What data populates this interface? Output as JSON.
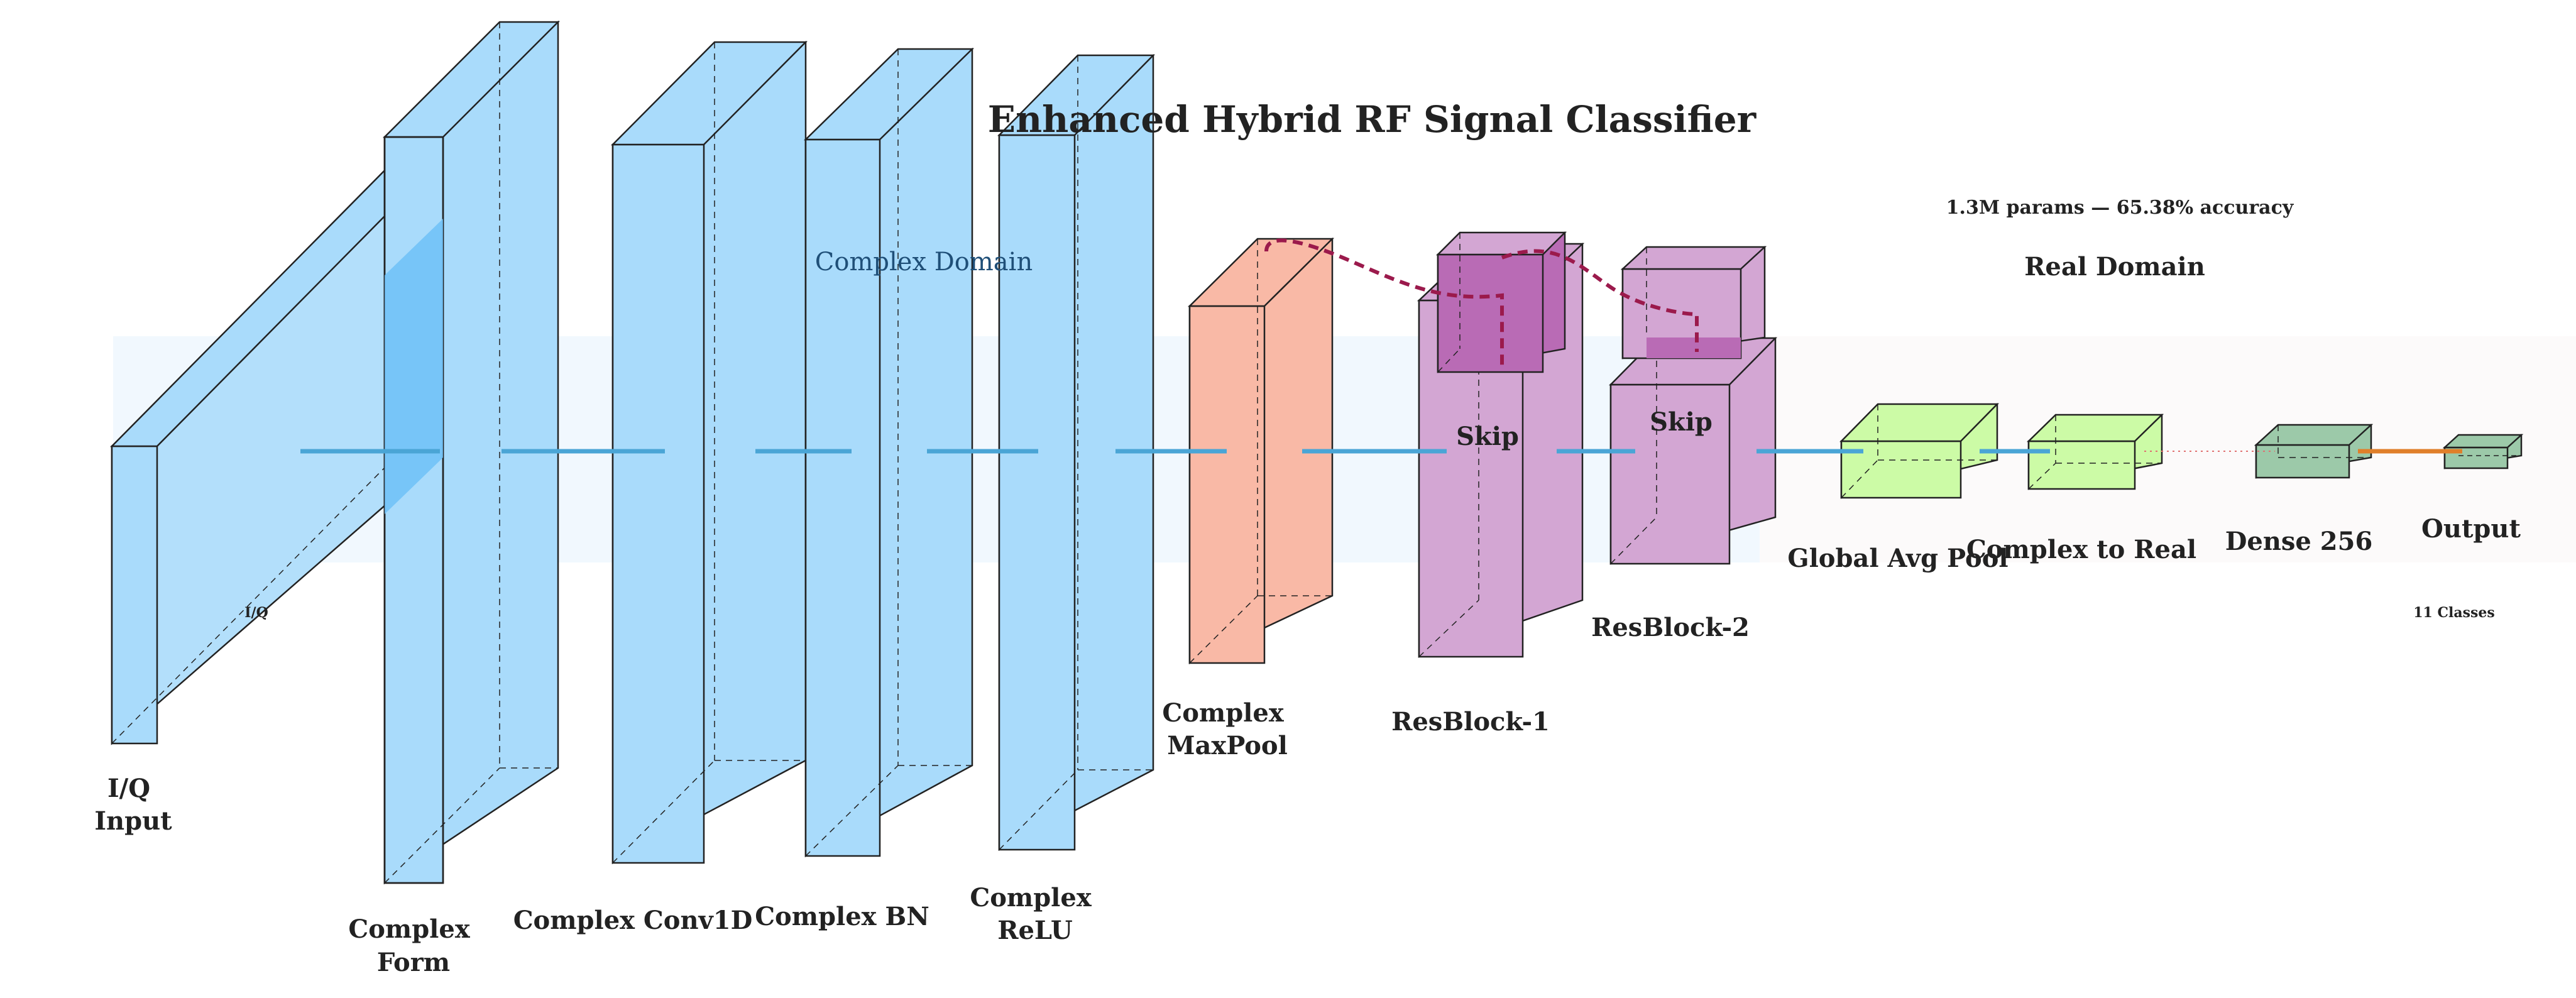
{
  "title": "Enhanced Hybrid RF Signal Classifier",
  "subtitle": "1.3M params — 65.38% accuracy",
  "regions": {
    "complex_domain": "Complex Domain",
    "real_domain": "Real Domain"
  },
  "layers": {
    "input": {
      "line1": "I/Q",
      "line2": "Input",
      "tag": "I/Q"
    },
    "complex_form": {
      "line1": "Complex",
      "line2": "Form"
    },
    "complex_conv1d": {
      "label": "Complex Conv1D"
    },
    "complex_bn": {
      "label": "Complex BN"
    },
    "complex_relu": {
      "line1": "Complex",
      "line2": "ReLU"
    },
    "complex_maxpool": {
      "line1": "Complex",
      "line2": "MaxPool"
    },
    "resblock1": {
      "label": "ResBlock-1",
      "skip": "Skip"
    },
    "resblock2": {
      "label": "ResBlock-2",
      "skip": "Skip"
    },
    "global_avg_pool": {
      "label": "Global Avg Pool"
    },
    "complex_to_real": {
      "label": "Complex to Real"
    },
    "dense": {
      "label": "Dense 256"
    },
    "output": {
      "label": "Output",
      "classes": "11 Classes"
    }
  },
  "colors": {
    "complex_blue": "#a9dbfb",
    "complex_blue_dark": "#6ec1f7",
    "maxpool_salmon": "#f9b9a6",
    "resblock_purple": "#d3a6d3",
    "resblock_purple_dark": "#b96bb5",
    "real_green": "#ccfba6",
    "dense_green": "#9cc9a9",
    "flow_line": "#4aa5d6",
    "skip_line": "#9b1a4c",
    "output_line": "#e07f2a",
    "real_band": "#fcfafa",
    "complex_band": "#f1f8fe"
  }
}
